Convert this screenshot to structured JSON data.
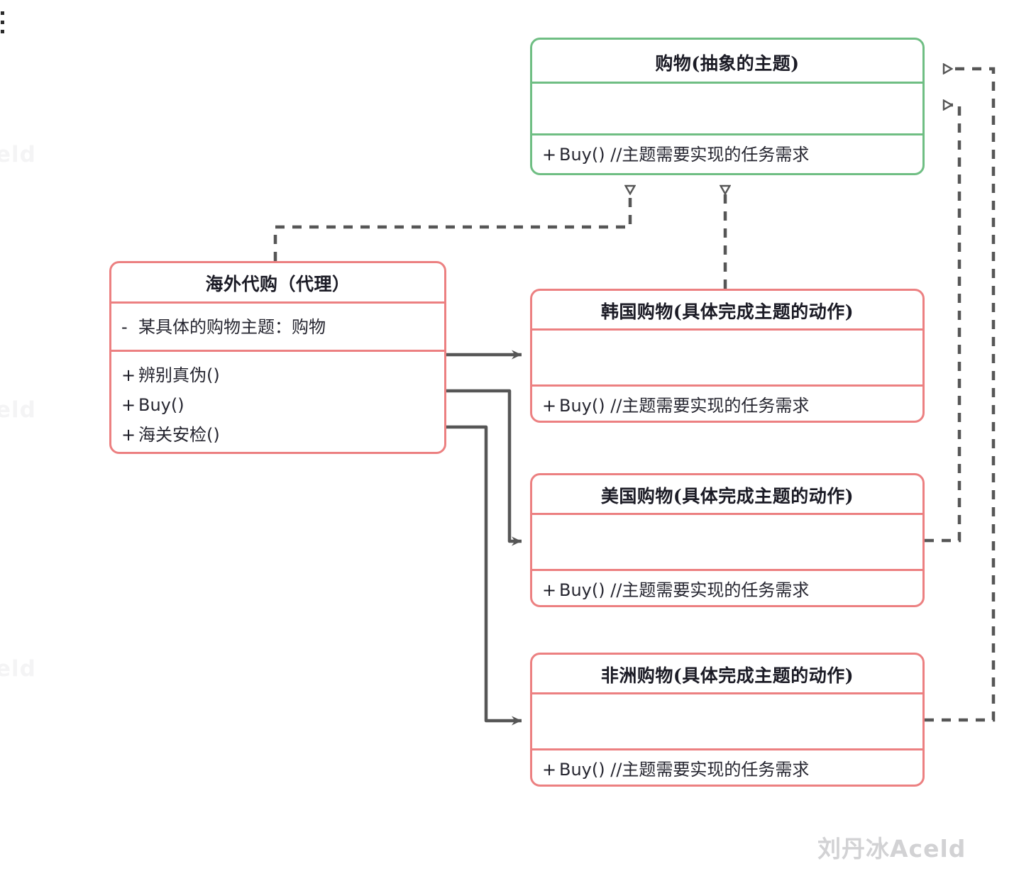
{
  "diagram": {
    "type": "uml-class-diagram",
    "pattern": "proxy-observer",
    "colors": {
      "abstract_border": "#6fbe83",
      "concrete_border": "#ec8081",
      "connector": "#565656",
      "text": "#1b1b25",
      "watermark": "#d2d2d4"
    }
  },
  "classes": {
    "subject": {
      "title": "购物(抽象的主题)",
      "attributes": [],
      "methods": [
        {
          "visibility": "+",
          "signature": "Buy()  //主题需要实现的任务需求"
        }
      ]
    },
    "proxy": {
      "title": "海外代购（代理）",
      "attributes": [
        {
          "visibility": "-",
          "signature": "某具体的购物主题：购物"
        }
      ],
      "methods": [
        {
          "visibility": "+",
          "signature": "辨别真伪()"
        },
        {
          "visibility": "+",
          "signature": "Buy()"
        },
        {
          "visibility": "+",
          "signature": "海关安检()"
        }
      ]
    },
    "korea": {
      "title": "韩国购物(具体完成主题的动作)",
      "attributes": [],
      "methods": [
        {
          "visibility": "+",
          "signature": "Buy()  //主题需要实现的任务需求"
        }
      ]
    },
    "usa": {
      "title": "美国购物(具体完成主题的动作)",
      "attributes": [],
      "methods": [
        {
          "visibility": "+",
          "signature": "Buy()  //主题需要实现的任务需求"
        }
      ]
    },
    "africa": {
      "title": "非洲购物(具体完成主题的动作)",
      "attributes": [],
      "methods": [
        {
          "visibility": "+",
          "signature": "Buy()  //主题需要实现的任务需求"
        }
      ]
    }
  },
  "relations": [
    {
      "name": "proxy-realizes-subject",
      "from": "proxy",
      "to": "subject",
      "style": "dashed",
      "head": "hollow-triangle"
    },
    {
      "name": "korea-realizes-subject",
      "from": "korea",
      "to": "subject",
      "style": "dashed",
      "head": "hollow-triangle"
    },
    {
      "name": "usa-realizes-subject",
      "from": "usa",
      "to": "subject",
      "style": "dashed",
      "head": "hollow-triangle"
    },
    {
      "name": "africa-realizes-subject",
      "from": "africa",
      "to": "subject",
      "style": "dashed",
      "head": "hollow-triangle"
    },
    {
      "name": "proxy-uses-korea",
      "from": "proxy",
      "to": "korea",
      "style": "solid",
      "head": "open-arrow"
    },
    {
      "name": "proxy-uses-usa",
      "from": "proxy",
      "to": "usa",
      "style": "solid",
      "head": "open-arrow"
    },
    {
      "name": "proxy-uses-africa",
      "from": "proxy",
      "to": "africa",
      "style": "solid",
      "head": "open-arrow"
    }
  ],
  "watermarks": {
    "main": "刘丹冰Aceld",
    "edge": "eld"
  }
}
